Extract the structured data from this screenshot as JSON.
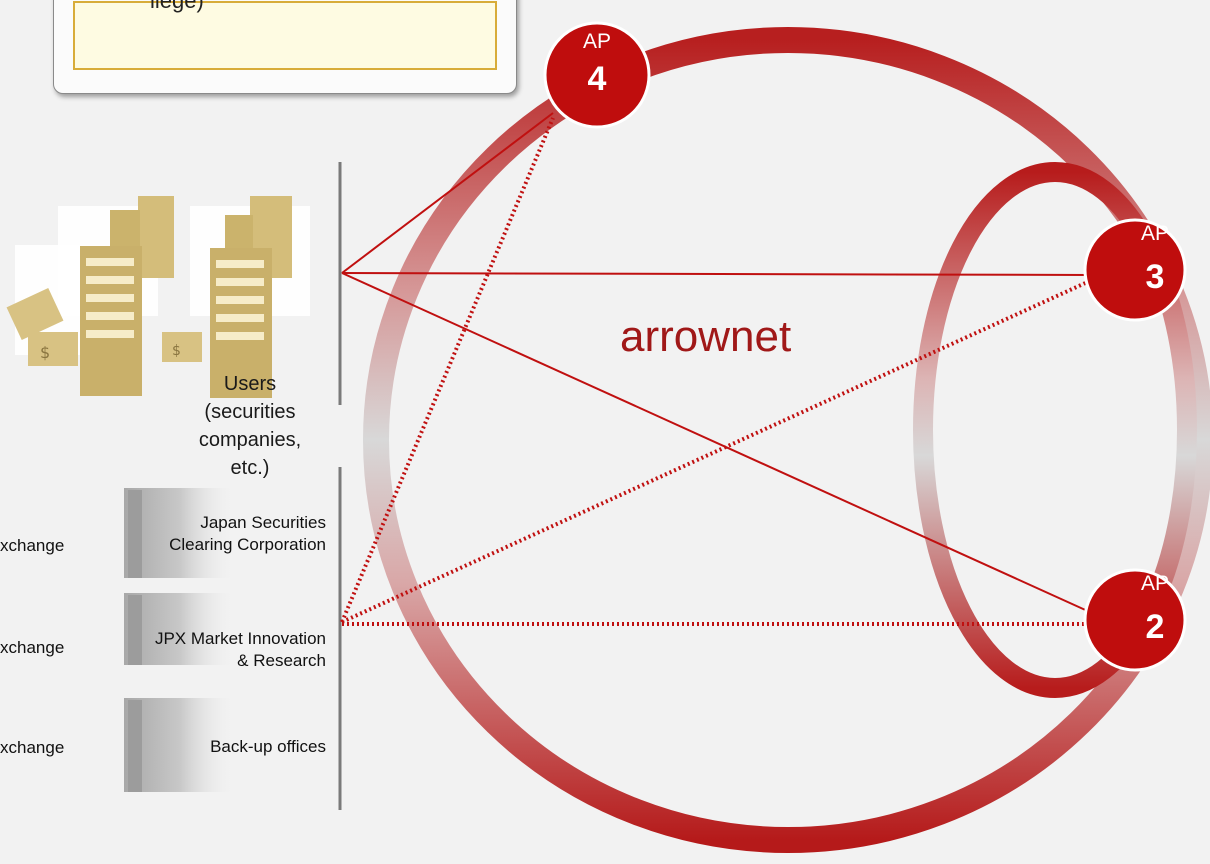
{
  "callout": {
    "text": "ilege)"
  },
  "users": {
    "label_line1": "Users (securities",
    "label_line2": "companies, etc.)"
  },
  "offices": [
    {
      "label_line1": "Japan Securities",
      "label_line2": "Clearing Corporation"
    },
    {
      "label_line1": "JPX Market Innovation",
      "label_line2": "& Research"
    },
    {
      "label_line1": "Back-up offices",
      "label_line2": ""
    }
  ],
  "exchanges": [
    "xchange",
    "xchange",
    "xchange"
  ],
  "network": {
    "name": "arrownet"
  },
  "access_points": [
    {
      "prefix": "AP",
      "number": "4"
    },
    {
      "prefix": "AP",
      "number": "3"
    },
    {
      "prefix": "AP",
      "number": "2"
    }
  ],
  "colors": {
    "ring_red": "#b81c1c",
    "ring_gray": "#cdcdcd",
    "ap_red": "#c00d0d",
    "line_red": "#c01010",
    "building_tan": "#c9b06a",
    "building_gray": "#b9b9b9"
  }
}
